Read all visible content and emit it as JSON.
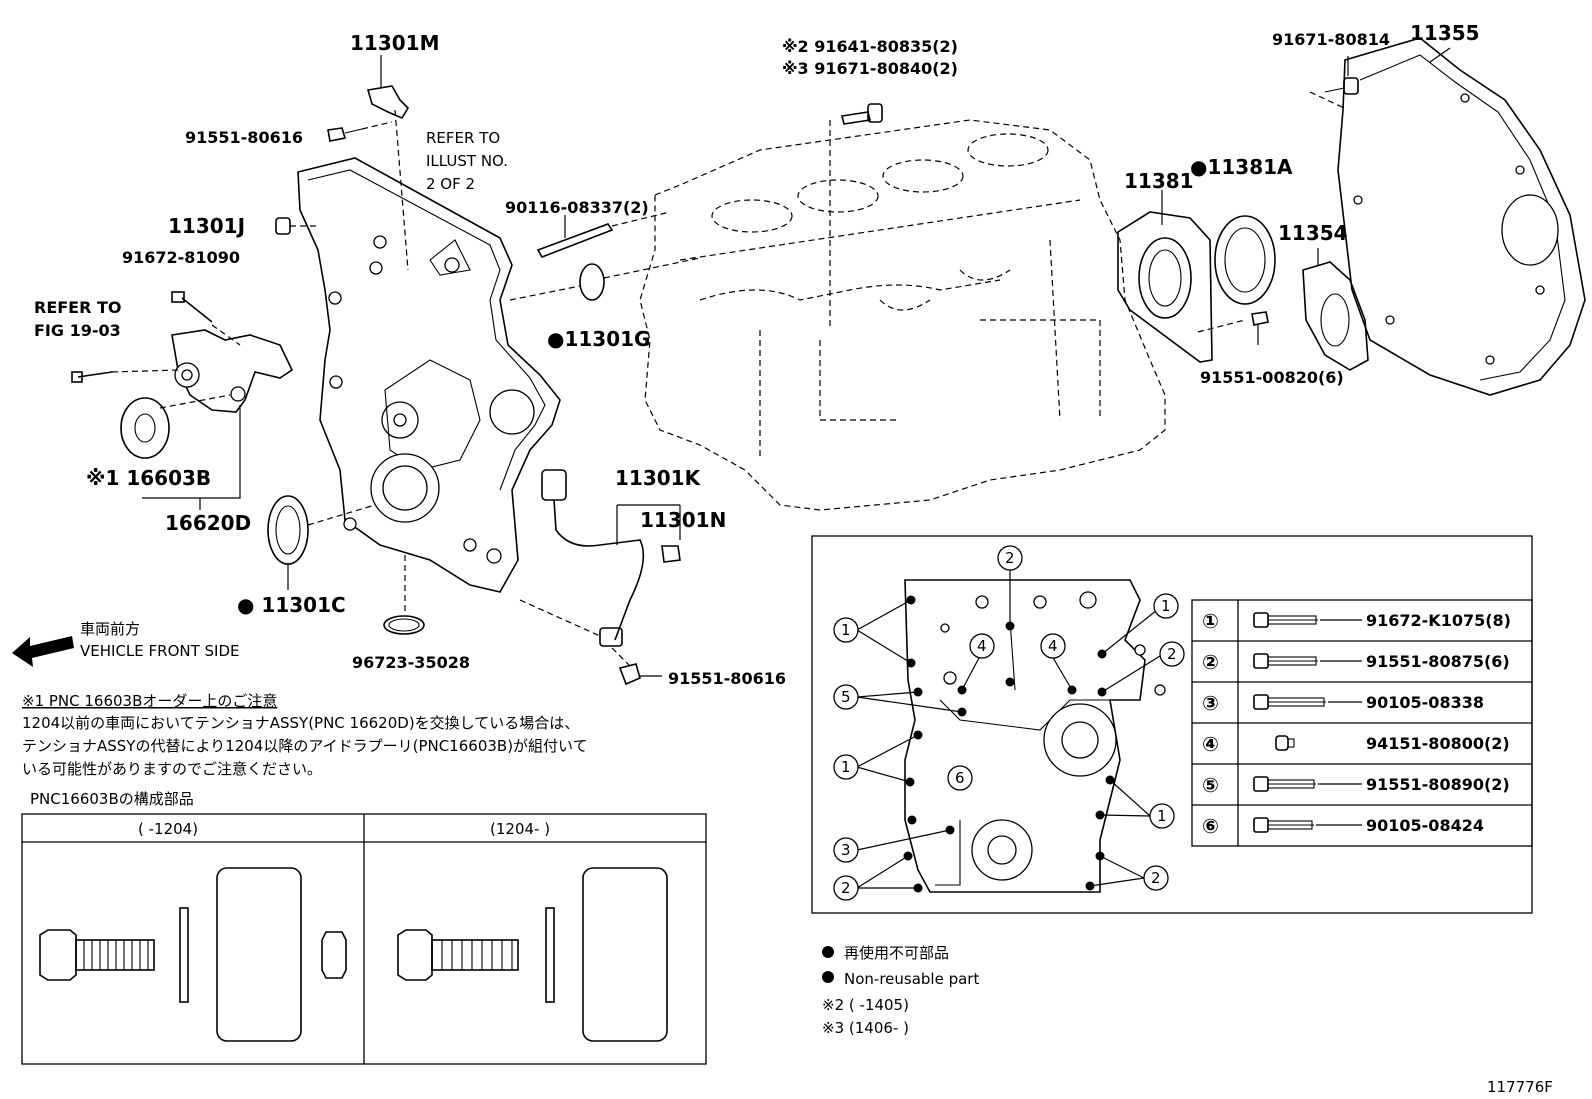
{
  "callouts": {
    "p11301M": "11301M",
    "p91551_80616_top": "91551-80616",
    "refer_illust_line1": "REFER TO",
    "refer_illust_line2": "ILLUST NO.",
    "refer_illust_line3": "2 OF 2",
    "p11301J": "11301J",
    "p91672_81090": "91672-81090",
    "refer_fig_line1": "REFER TO",
    "refer_fig_line2": "FIG 19-03",
    "p16603B": "※1 16603B",
    "p16620D": "16620D",
    "p11301C": "● 11301C",
    "p96723_35028": "96723-35028",
    "p90116_08337": "90116-08337(2)",
    "p11301G": "●11301G",
    "p11301K": "11301K",
    "p11301N": "11301N",
    "p91551_80616_bottom": "91551-80616",
    "p91641_80835": "※2  91641-80835(2)",
    "p91671_80840": "※3  91671-80840(2)",
    "p11381": "11381",
    "p11381A": "●11381A",
    "p11354": "11354",
    "p91551_00820": "91551-00820(6)",
    "p91671_80814": "91671-80814",
    "p11355": "11355",
    "vehicle_front_jp": "車両前方",
    "vehicle_front_en": "VEHICLE FRONT SIDE"
  },
  "bolt_legend": [
    {
      "num": "①",
      "part": "91672-K1075(8)"
    },
    {
      "num": "②",
      "part": "91551-80875(6)"
    },
    {
      "num": "③",
      "part": "90105-08338"
    },
    {
      "num": "④",
      "part": "94151-80800(2)"
    },
    {
      "num": "⑤",
      "part": "91551-80890(2)"
    },
    {
      "num": "⑥",
      "part": "90105-08424"
    }
  ],
  "cover_markers": {
    "n1": "1",
    "n2": "2",
    "n3": "3",
    "n4": "4",
    "n5": "5",
    "n6": "6"
  },
  "notes": {
    "title": "※1 PNC 16603Bオーダー上のご注意",
    "line1": "1204以前の車両においてテンショナASSY(PNC 16620D)を交換している場合は、",
    "line2": "テンショナASSYの代替により1204以降のアイドラプーリ(PNC16603B)が組付いて",
    "line3": "いる可能性がありますのでご注意ください。",
    "components_title": "PNC16603Bの構成部品"
  },
  "components_table": {
    "col1_header": "(     -1204)",
    "col2_header": "(1204-      )"
  },
  "legend": {
    "jp": "再使用不可部品",
    "en": "Non-reusable part",
    "mark2": "※2 (      -1405)",
    "mark3": "※3 (1406-      )"
  },
  "figure_id": "117776F"
}
